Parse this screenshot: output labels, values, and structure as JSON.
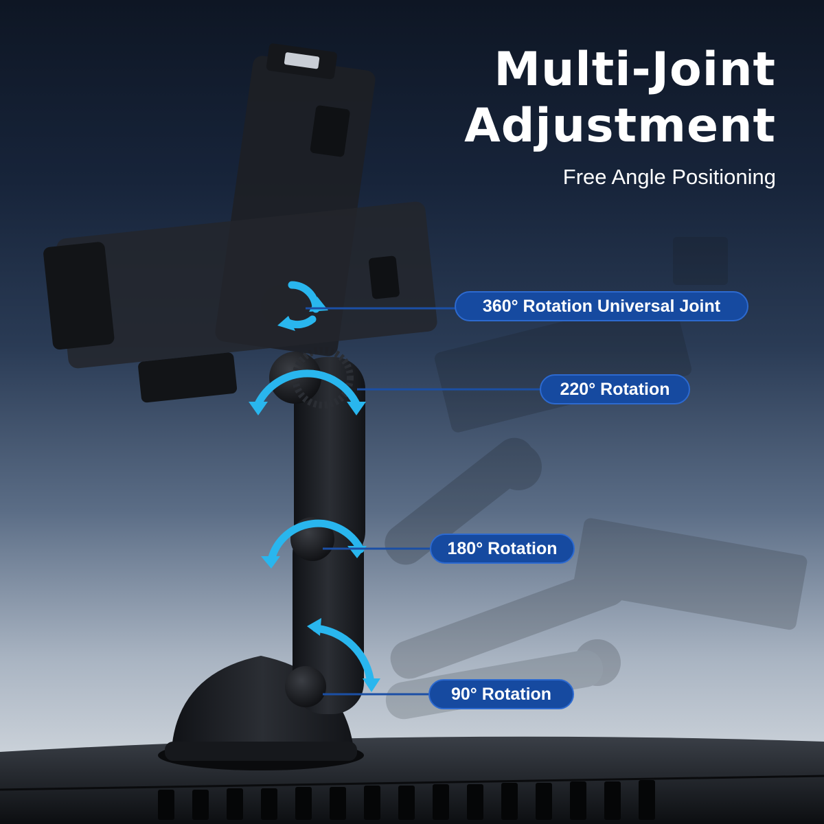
{
  "header": {
    "title_line1": "Multi-Joint",
    "title_line2": "Adjustment",
    "subtitle": "Free Angle Positioning"
  },
  "callouts": [
    {
      "label": "360° Rotation Universal Joint"
    },
    {
      "label": "220° Rotation"
    },
    {
      "label": "180° Rotation"
    },
    {
      "label": "90° Rotation"
    }
  ],
  "colors": {
    "pill_fill": "#164aa0",
    "arrow_cyan": "#29b6ee",
    "mount_body": "#1f2125"
  }
}
